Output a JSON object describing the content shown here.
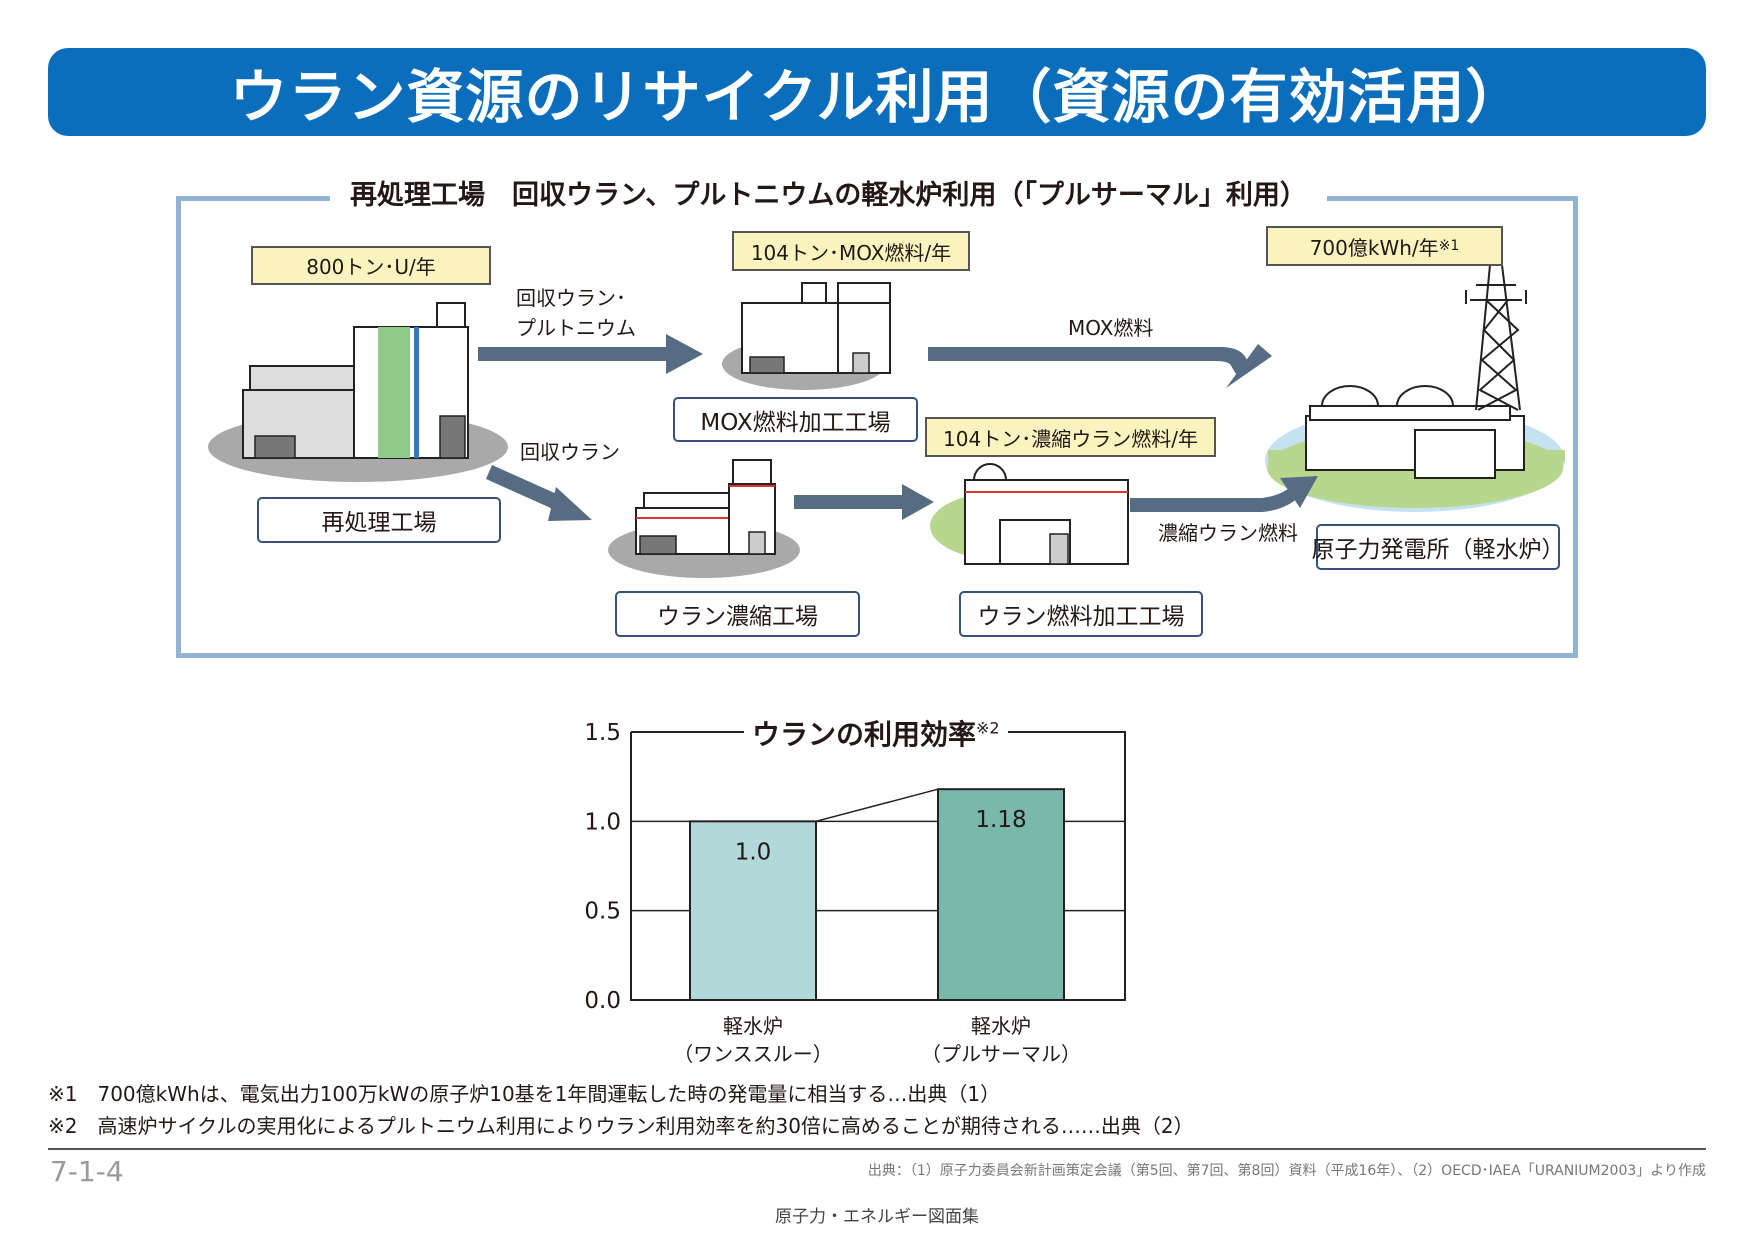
{
  "title": "ウラン資源のリサイクル利用（資源の有効活用）",
  "diagram": {
    "heading": "再処理工場　回収ウラン、プルトニウムの軽水炉利用（「プルサーマル」利用）",
    "facilities": {
      "reprocessing": "再処理工場",
      "mox_plant": "MOX燃料加工工場",
      "enrichment": "ウラン濃縮工場",
      "fuel_fab": "ウラン燃料加工工場",
      "power_plant": "原子力発電所（軽水炉）"
    },
    "capacities": {
      "reprocessing": "800トン･U/年",
      "mox": "104トン･MOX燃料/年",
      "enriched": "104トン･濃縮ウラン燃料/年",
      "power": "700億kWh/年",
      "power_mark": "※1"
    },
    "flows": {
      "recovered_u_pu_line1": "回収ウラン･",
      "recovered_u_pu_line2": "プルトニウム",
      "recovered_u": "回収ウラン",
      "mox_fuel": "MOX燃料",
      "enriched_fuel": "濃縮ウラン燃料"
    }
  },
  "chart_data": {
    "type": "bar",
    "title": "ウランの利用効率",
    "title_mark": "※2",
    "categories": [
      [
        "軽水炉",
        "（ワンススルー）"
      ],
      [
        "軽水炉",
        "（プルサーマル）"
      ]
    ],
    "values": [
      1.0,
      1.18
    ],
    "value_labels": [
      "1.0",
      "1.18"
    ],
    "colors": [
      "#b2d9da",
      "#7ab8ab"
    ],
    "ylim": [
      0,
      1.5
    ],
    "yticks": [
      "0.0",
      "0.5",
      "1.0",
      "1.5"
    ],
    "grid": true
  },
  "footnotes": [
    "※1　700億kWhは、電気出力100万kWの原子炉10基を1年間運転した時の発電量に相当する…出典（1）",
    "※2　高速炉サイクルの実用化によるプルトニウム利用によりウラン利用効率を約30倍に高めることが期待される……出典（2）"
  ],
  "footer": {
    "page_number": "7-1-4",
    "source": "出典：（1）原子力委員会新計画策定会議（第5回、第7回、第8回）資料（平成16年）、（2）OECD･IAEA「URANIUM2003」より作成",
    "book_title": "原子力・エネルギー図面集"
  }
}
